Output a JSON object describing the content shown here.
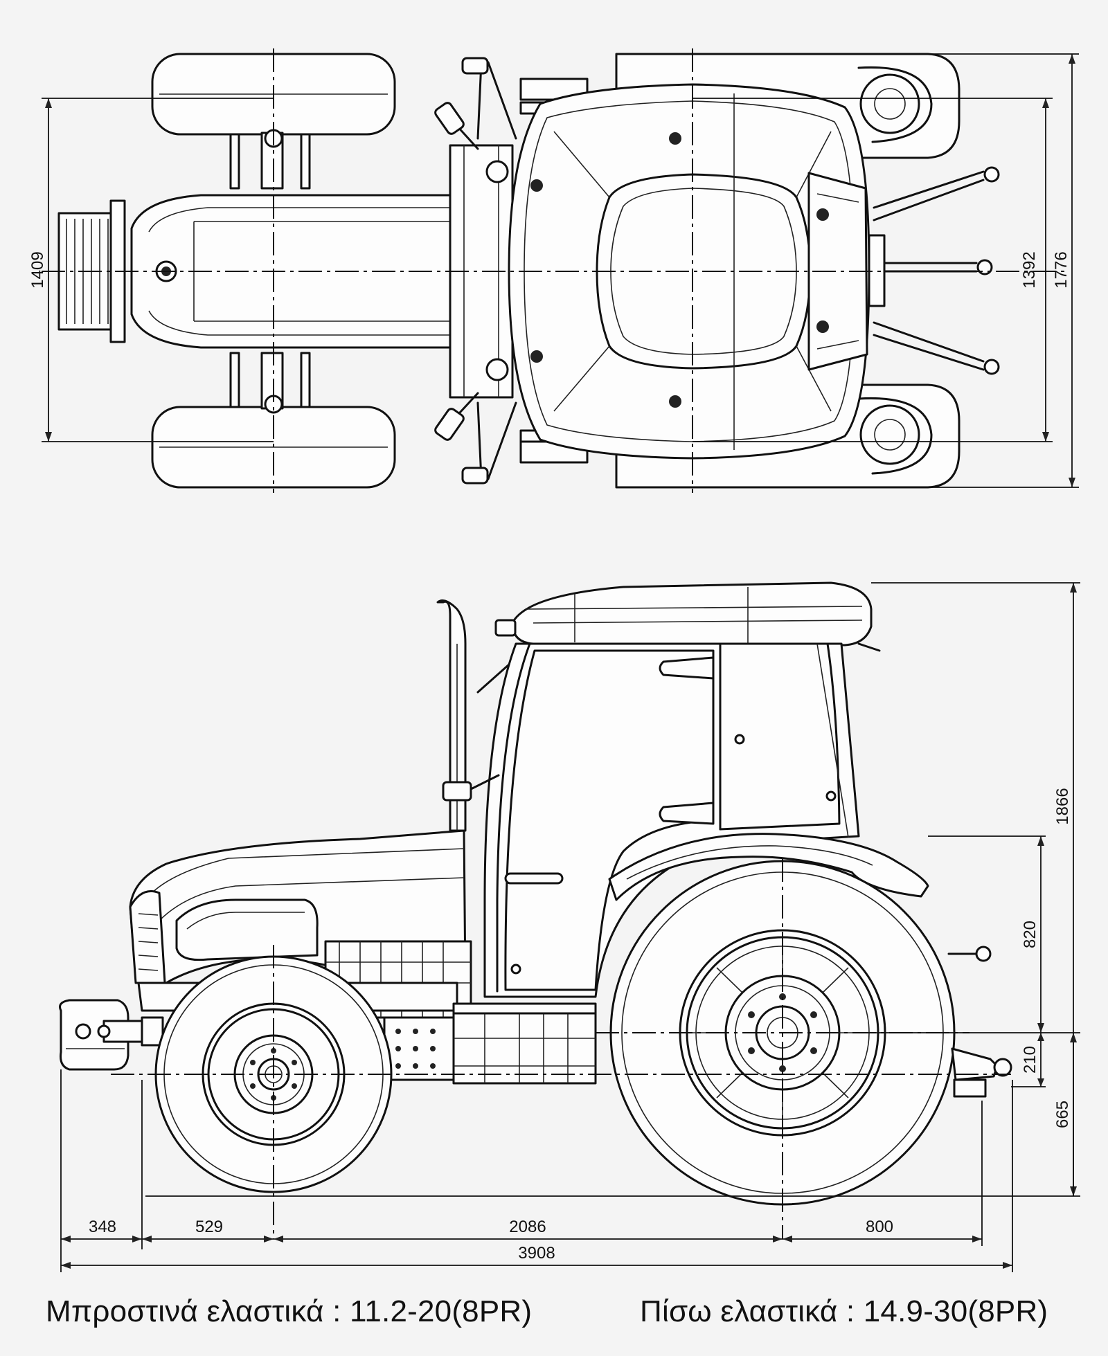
{
  "dimensions": {
    "top_view": {
      "front_track": "1409",
      "rear_track": "1392",
      "overall_width": "1776"
    },
    "side_view": {
      "overall_height": "1866",
      "fender_height": "820",
      "hitch_height": "210",
      "axle_height": "665",
      "front_overhang": "348",
      "front_to_axle": "529",
      "wheelbase": "2086",
      "rear_overhang": "800",
      "overall_length": "3908"
    }
  },
  "tires": {
    "front": "Μπροστινά ελαστικά : 11.2-20(8PR)",
    "rear": "Πίσω ελαστικά : 14.9-30(8PR)"
  }
}
